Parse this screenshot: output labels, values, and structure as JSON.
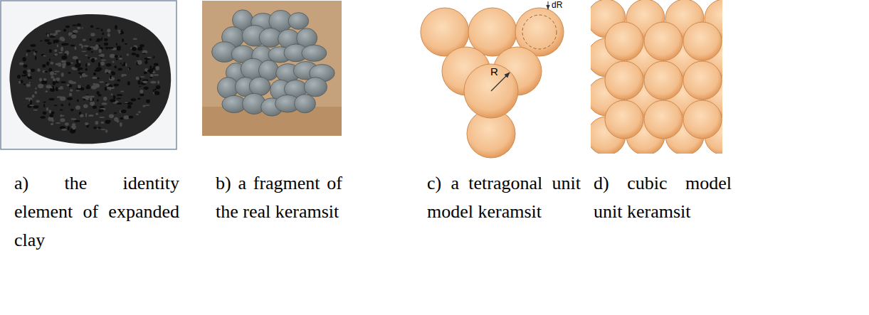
{
  "diagram": {
    "labels": [
      "a) the identity element of expanded clay",
      "b) a fragment of the real keramsit",
      "c) a tetragonal unit model keramsit",
      "d) cubic model unit keramsit",
      "dR",
      "R"
    ]
  }
}
